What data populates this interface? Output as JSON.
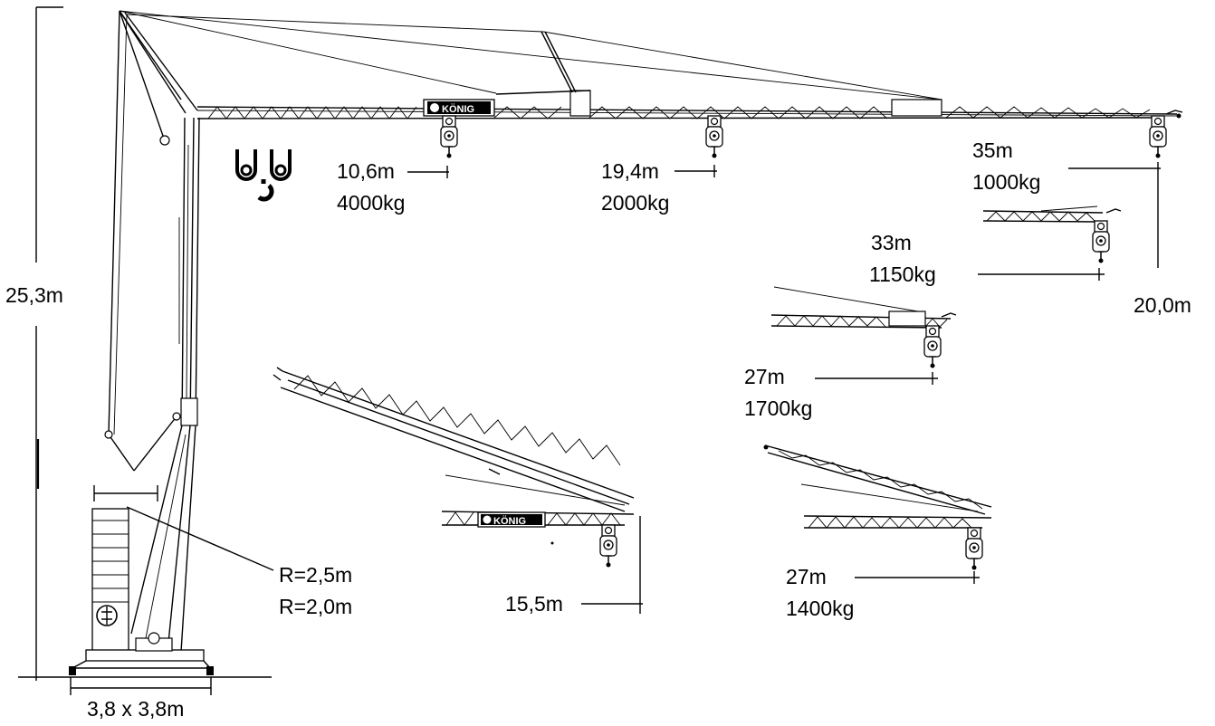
{
  "labels": {
    "height": "25,3m",
    "base": "3,8 x 3,8m",
    "radius_a": "R=2,5m",
    "radius_b": "R=2,0m",
    "load1_dist": "10,6m",
    "load1_weight": "4000kg",
    "load2_dist": "19,4m",
    "load2_weight": "2000kg",
    "load3_dist": "35m",
    "load3_weight": "1000kg",
    "hook_height": "20,0m",
    "var33_dist": "33m",
    "var33_weight": "1150kg",
    "var27a_dist": "27m",
    "var27a_weight": "1700kg",
    "var27b_dist": "27m",
    "var27b_weight": "1400kg",
    "folded_height": "15,5m"
  },
  "logo": {
    "main": "KÖNIG",
    "folded": "KÖNIG"
  },
  "colors": {
    "ink": "#000000",
    "paper": "#ffffff"
  },
  "icons": {
    "pulley_hook": "double-pulley-hook-icon"
  }
}
